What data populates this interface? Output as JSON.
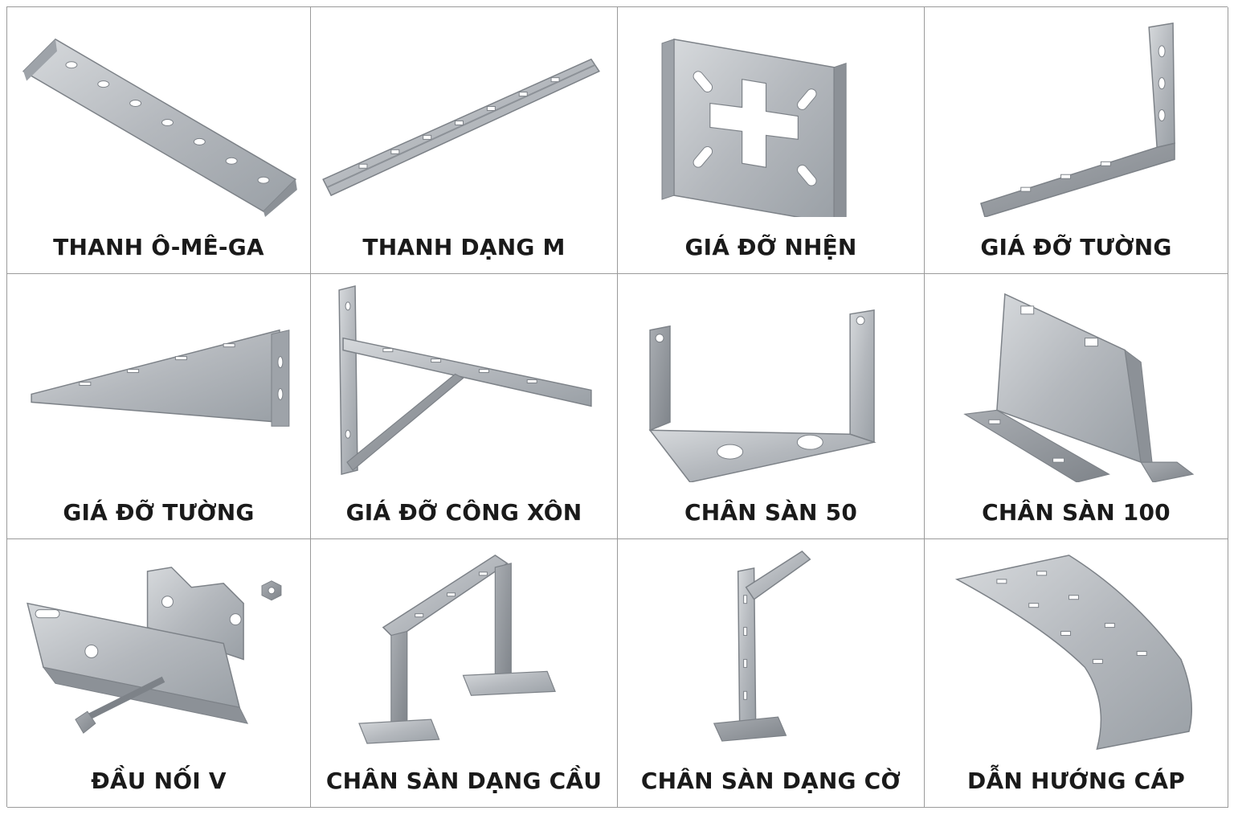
{
  "products": [
    {
      "label": "THANH Ô-MÊ-GA"
    },
    {
      "label": "THANH DẠNG M"
    },
    {
      "label": "GIÁ ĐỠ NHỆN"
    },
    {
      "label": "GIÁ ĐỠ TƯỜNG"
    },
    {
      "label": "GIÁ ĐỠ TƯỜNG"
    },
    {
      "label": "GIÁ ĐỠ CÔNG XÔN"
    },
    {
      "label": "CHÂN SÀN 50"
    },
    {
      "label": "CHÂN SÀN 100"
    },
    {
      "label": "ĐẦU NỐI V"
    },
    {
      "label": "CHÂN SÀN DẠNG CẦU"
    },
    {
      "label": "CHÂN SÀN DẠNG CỜ"
    },
    {
      "label": "DẪN HƯỚNG CÁP"
    }
  ],
  "colors": {
    "metal_light": "#c9ccd0",
    "metal_mid": "#a9adb2",
    "metal_dark": "#868a90",
    "border": "#9a9a9a",
    "text": "#1a1a1a"
  }
}
